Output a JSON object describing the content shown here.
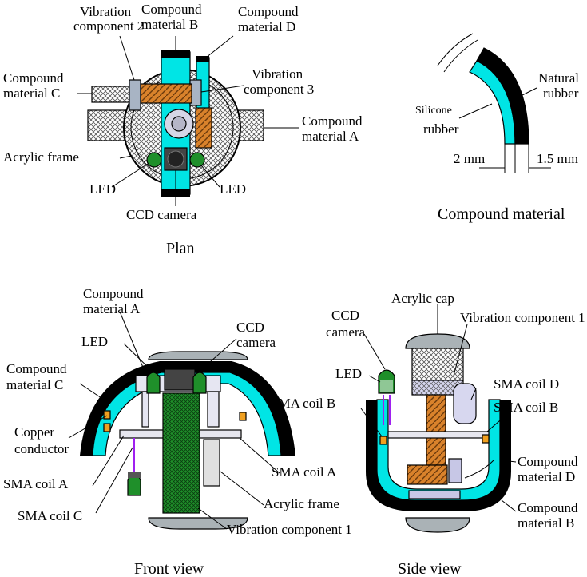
{
  "captions": {
    "plan": "Plan",
    "compound": "Compound material",
    "front": "Front view",
    "side": "Side view"
  },
  "plan": {
    "vib2": [
      "Vibration",
      "component 2"
    ],
    "matB": [
      "Compound",
      "material B"
    ],
    "matD": [
      "Compound",
      "material D"
    ],
    "matC": [
      "Compound",
      "material C"
    ],
    "vib3": [
      "Vibration",
      "component 3"
    ],
    "matA": [
      "Compound",
      "material A"
    ],
    "frame": "Acrylic frame",
    "led_left": "LED",
    "led_right": "LED",
    "camera": "CCD camera"
  },
  "compound_detail": {
    "natural": [
      "Natural",
      "rubber"
    ],
    "silicone": "Silicone",
    "silicone2": "rubber",
    "dim1": "2 mm",
    "dim2": "1.5 mm"
  },
  "front": {
    "matA": [
      "Compound",
      "material A"
    ],
    "led": "LED",
    "camera": [
      "CCD",
      "camera"
    ],
    "matC": [
      "Compound",
      "material C"
    ],
    "copper": [
      "Copper",
      "conductor"
    ],
    "sma_a_left": "SMA coil A",
    "sma_c": "SMA coil C",
    "sma_a_right": "SMA coil A",
    "frame": "Acrylic frame",
    "vib1": "Vibration component 1"
  },
  "side": {
    "camera": [
      "CCD",
      "camera"
    ],
    "cap": "Acrylic cap",
    "vib1": "Vibration component 1",
    "led": "LED",
    "sma_d": "SMA coil D",
    "sma_b_left": "SMA coil B",
    "sma_b_right": "SMA coil B",
    "matD": [
      "Compound",
      "material D"
    ],
    "matB": [
      "Compound",
      "material B"
    ]
  },
  "colors": {
    "cyan": "#00e5e5",
    "black": "#000000",
    "orange": "#d9822b",
    "green": "#1f8f2a",
    "lightgray": "#d9d9d9",
    "lavender": "#c7c7e6",
    "steel": "#a8b4c4"
  }
}
